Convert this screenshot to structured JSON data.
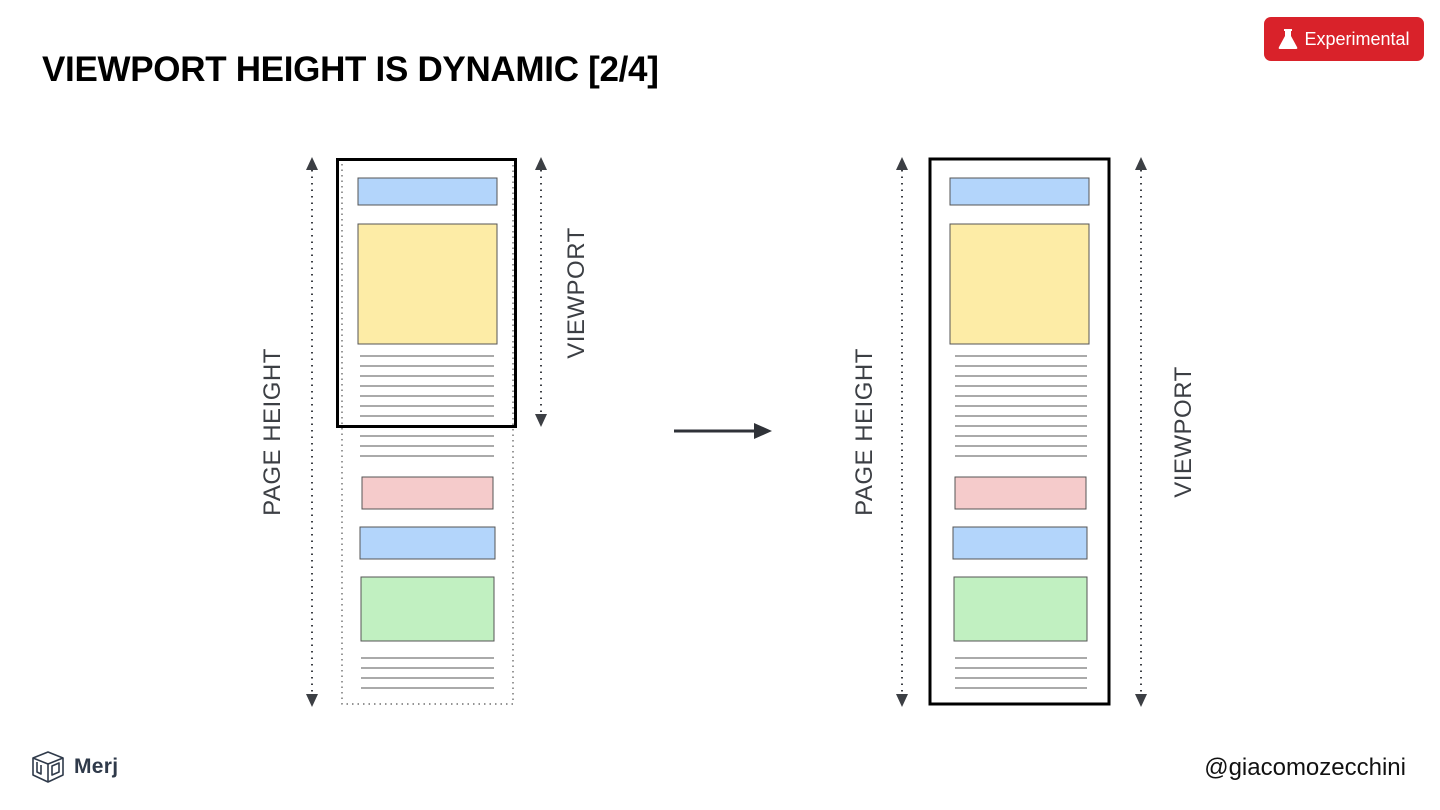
{
  "title": "VIEWPORT HEIGHT IS DYNAMIC [2/4]",
  "badge": {
    "label": "Experimental",
    "icon": "flask-icon",
    "color": "#d9222a"
  },
  "diagram": {
    "left": {
      "page_label": "PAGE HEIGHT",
      "viewport_label": "VIEWPORT"
    },
    "right": {
      "page_label": "PAGE HEIGHT",
      "viewport_label": "VIEWPORT"
    },
    "arrow_icon": "arrow-right-icon",
    "colors": {
      "blue": "#b3d5fb",
      "yellow": "#fdeca6",
      "pink": "#f5cbcb",
      "green": "#c1f0c1"
    }
  },
  "footer": {
    "logo_icon": "merj-cube-icon",
    "brand": "Merj",
    "handle": "@giacomozecchini"
  }
}
